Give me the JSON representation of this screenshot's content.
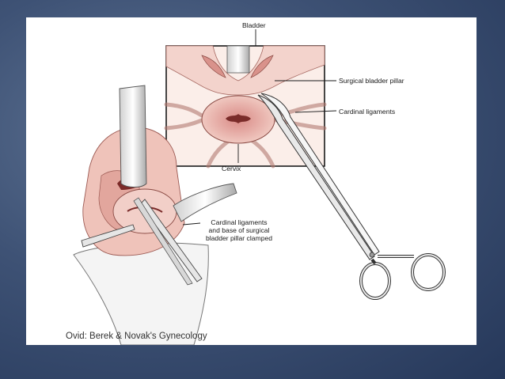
{
  "slide": {
    "caption": "Ovid: Berek & Novak's Gynecology"
  },
  "figure": {
    "labels": {
      "bladder": "Bladder",
      "surgical_bladder_pillar": "Surgical bladder pillar",
      "cardinal_ligaments": "Cardinal ligaments",
      "cervix": "Cervix",
      "clamped_line1": "Cardinal ligaments",
      "clamped_line2": "and base of surgical",
      "clamped_line3": "bladder pillar clamped"
    }
  },
  "colors": {
    "background": "#3e5275",
    "tissue": "#e9b8b0",
    "tissue_dark": "#c9706a",
    "line": "#1a1a1a"
  }
}
